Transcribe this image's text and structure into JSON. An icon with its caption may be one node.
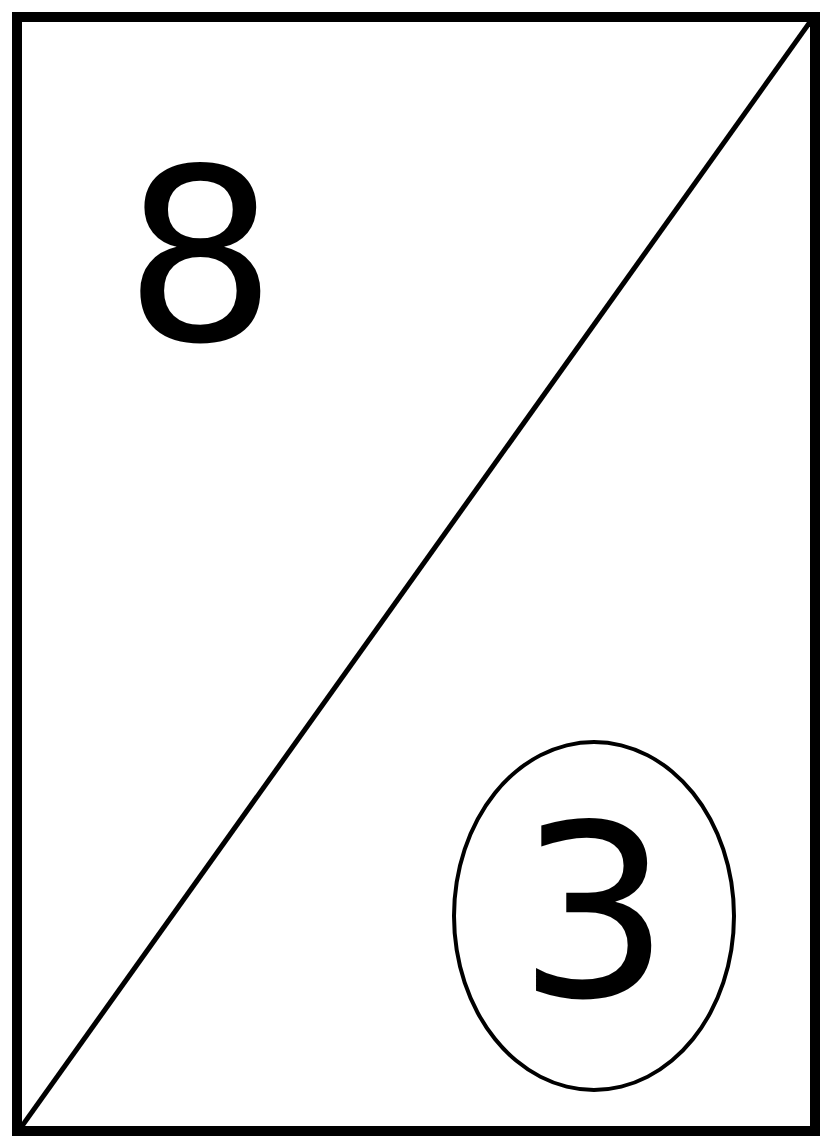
{
  "diagram": {
    "nodes": [
      {
        "text": [],
        "shape": "box"
      },
      {
        "text": [
          "3"
        ],
        "in": 0
      }
    ],
    "labels": [
      "8"
    ]
  }
}
